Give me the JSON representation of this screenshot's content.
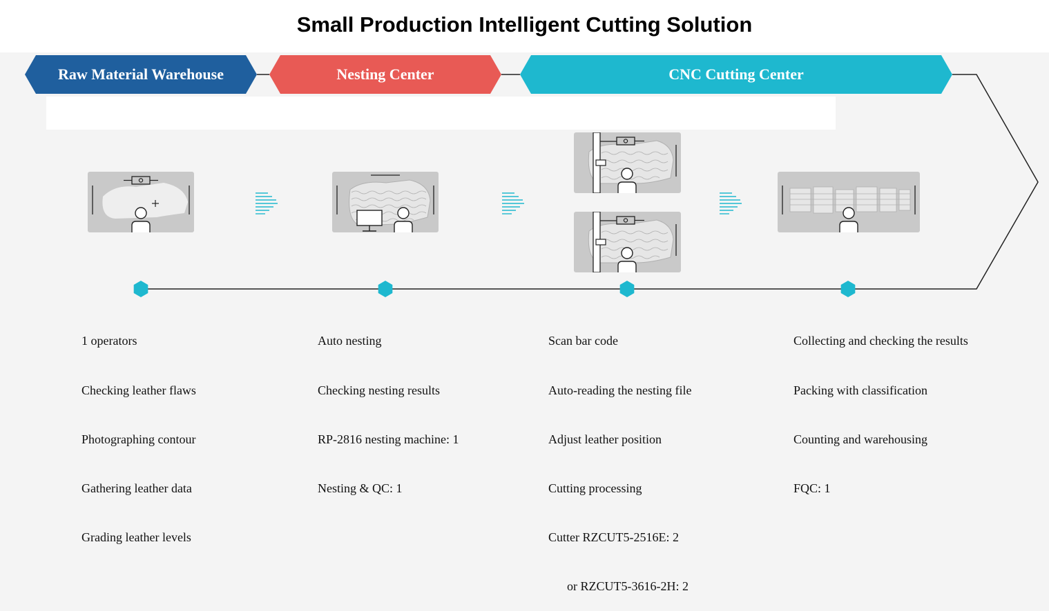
{
  "header": {
    "title": "Small Production Intelligent Cutting Solution"
  },
  "stages": [
    {
      "label": "Raw Material Warehouse",
      "color": "#1f5f9e"
    },
    {
      "label": "Nesting Center",
      "color": "#e85a55"
    },
    {
      "label": "CNC Cutting Center",
      "color": "#1eb8cf"
    }
  ],
  "steps": [
    {
      "lines": [
        "1 operators",
        "Checking leather flaws",
        "Photographing contour",
        "Gathering leather data",
        "Grading leather levels"
      ]
    },
    {
      "lines": [
        "Auto nesting",
        "Checking nesting results",
        "RP-2816 nesting machine: 1",
        "Nesting & QC: 1"
      ]
    },
    {
      "lines": [
        "Scan bar code",
        "Auto-reading the nesting file",
        "Adjust leather position",
        "Cutting processing",
        "Cutter RZCUT5-2516E: 2",
        "      or RZCUT5-3616-2H: 2"
      ]
    },
    {
      "lines": [
        "Collecting and checking the results",
        "Packing with classification",
        "Counting and warehousing",
        "FQC: 1"
      ]
    }
  ],
  "colors": {
    "accent": "#1eb8cf",
    "raw": "#1f5f9e",
    "nesting": "#e85a55",
    "panel": "#c9c9c9"
  }
}
